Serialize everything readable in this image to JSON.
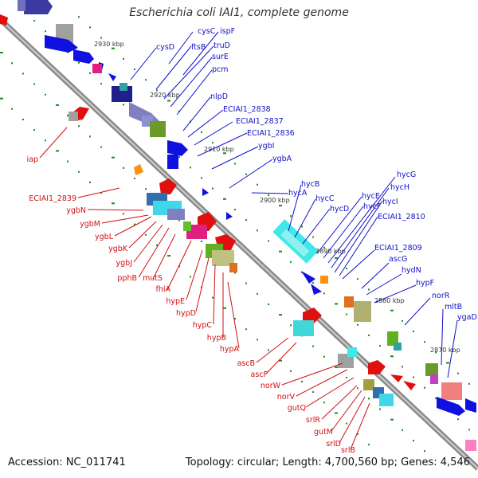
{
  "title": "Escherichia coli IAI1, complete genome",
  "footer": {
    "accession": "Accession: NC_011741",
    "topology": "Topology: circular; Length: 4,700,560 bp; Genes: 4,546"
  },
  "colors": {
    "forward_label": "#1010c8",
    "reverse_label": "#d01010",
    "backbone": "#8a8a8a",
    "tick": "#1a8a1a"
  },
  "scale_labels": [
    "2930 kbp",
    "2920 kbp",
    "2910 kbp",
    "2900 kbp",
    "2890 kbp",
    "2880 kbp",
    "2870 kbp"
  ],
  "forward_genes": [
    "cysC",
    "ispF",
    "cysD",
    "ftsB",
    "truD",
    "surE",
    "pcm",
    "nlpD",
    "ECIAI1_2838",
    "ECIAI1_2837",
    "ECIAI1_2836",
    "ygbI",
    "ygbA",
    "hycA",
    "hycB",
    "hycC",
    "hycD",
    "hycE",
    "hycF",
    "hycG",
    "hycH",
    "hycI",
    "ECIAI1_2810",
    "ECIAI1_2809",
    "ascG",
    "hydN",
    "hypF",
    "norR",
    "mltB",
    "ygaD"
  ],
  "reverse_genes": [
    "iap",
    "ECIAI1_2839",
    "ygbN",
    "ygbM",
    "ygbL",
    "ygbK",
    "ygbJ",
    "pphB",
    "mutS",
    "fhlA",
    "hypE",
    "hypD",
    "hypC",
    "hypB",
    "hypA",
    "ascB",
    "ascF",
    "norW",
    "norV",
    "gutQ",
    "srlR",
    "gutM",
    "srlD",
    "srlB"
  ]
}
